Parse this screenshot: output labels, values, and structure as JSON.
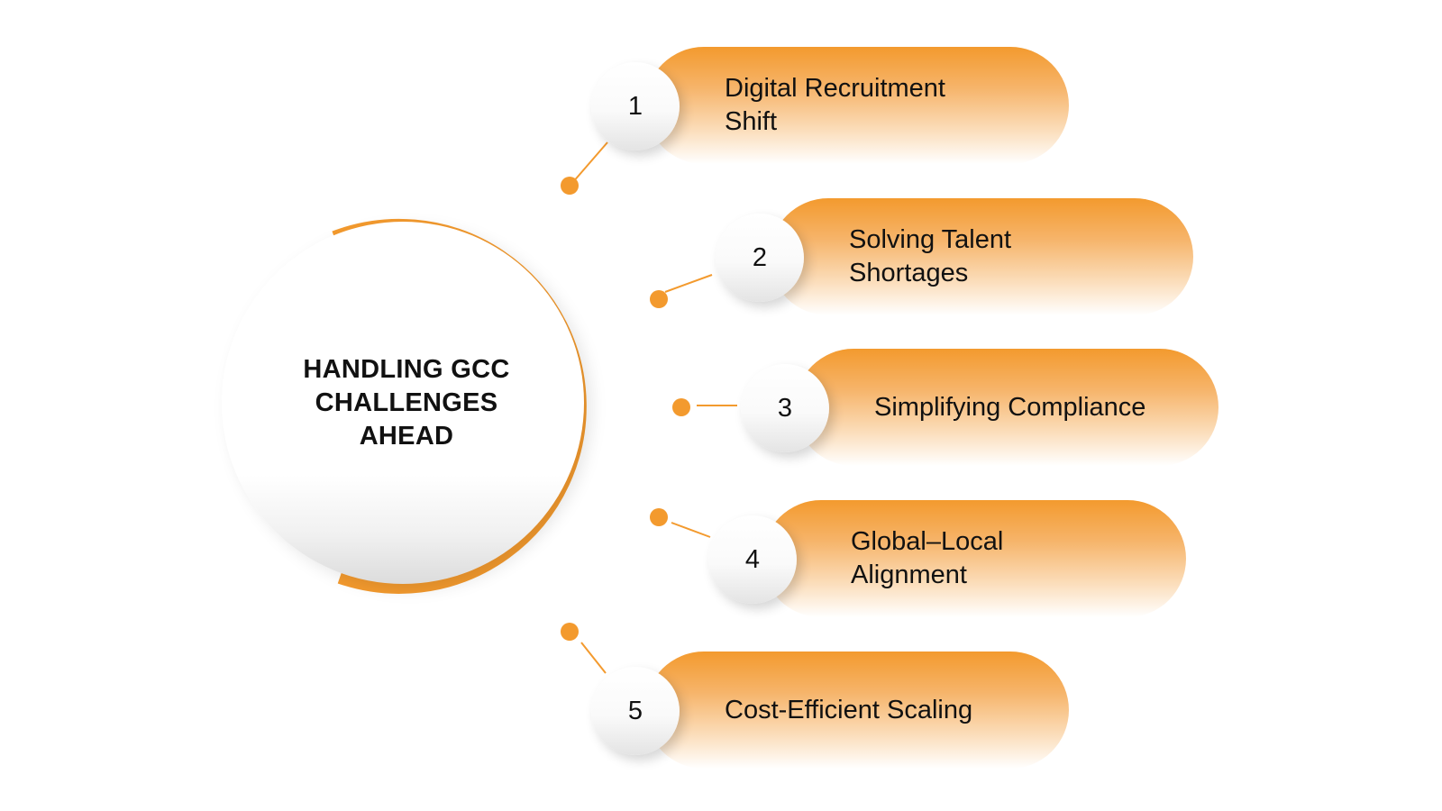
{
  "hub": {
    "title": "HANDLING GCC\nCHALLENGES\nAHEAD"
  },
  "items": [
    {
      "number": "1",
      "label": "Digital Recruitment\nShift"
    },
    {
      "number": "2",
      "label": "Solving Talent\nShortages"
    },
    {
      "number": "3",
      "label": "Simplifying Compliance"
    },
    {
      "number": "4",
      "label": "Global–Local\nAlignment"
    },
    {
      "number": "5",
      "label": "Cost-Efficient Scaling"
    }
  ],
  "colors": {
    "accent": "#f39a2e",
    "text": "#111111"
  }
}
